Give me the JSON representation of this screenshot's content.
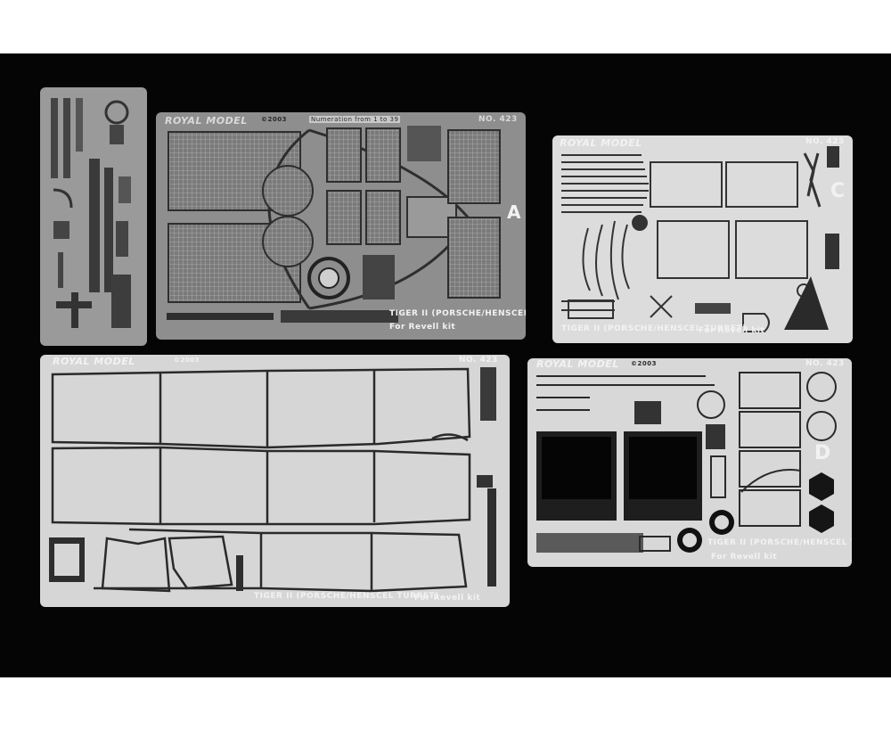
{
  "background": {
    "page": "#ffffff",
    "backdrop": "#050505",
    "fret_light": "#d6d6d6",
    "fret_gray": "#8e8e8e",
    "etch_dark": "#333333"
  },
  "sheet_a": {
    "brand": "ROYAL MODEL",
    "copyright": "©2003",
    "numeration": "Numeration from 1 to 39",
    "number": "NO. 423",
    "letter": "A",
    "model": "TIGER II (PORSCHE/HENSCEL TURRET)",
    "kit": "For Revell kit"
  },
  "sheet_c": {
    "brand": "ROYAL MODEL",
    "number": "NO. 423",
    "letter": "C",
    "model": "TIGER II (PORSCHE/HENSCEL TURRET)",
    "kit": "For Revell kit"
  },
  "sheet_b": {
    "brand": "ROYAL MODEL",
    "copyright": "©2003",
    "number": "NO. 423",
    "model": "TIGER II (PORSCHE/HENSCEL TURRET)",
    "kit": "For Revell kit"
  },
  "sheet_d": {
    "brand": "ROYAL MODEL",
    "copyright": "©2003",
    "number": "NO. 423",
    "letter": "D",
    "model": "TIGER II (PORSCHE/HENSCEL TURRET)",
    "kit": "For Revell kit"
  }
}
